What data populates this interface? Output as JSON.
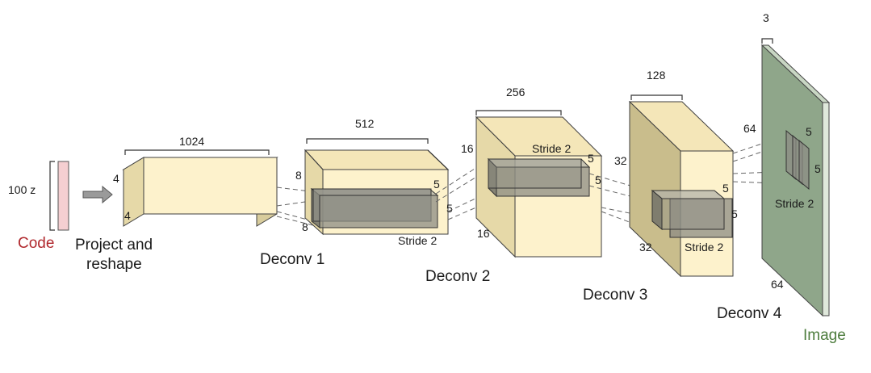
{
  "code": {
    "size_label": "100 z",
    "label": "Code"
  },
  "project": {
    "line1": "Project and",
    "line2": "reshape",
    "depth": "1024",
    "height": "4",
    "width": "4"
  },
  "deconv1": {
    "label": "Deconv 1",
    "depth": "512",
    "height": "8",
    "width": "8",
    "kernel_h": "5",
    "kernel_w": "5",
    "stride": "Stride 2"
  },
  "deconv2": {
    "label": "Deconv 2",
    "depth": "256",
    "height": "16",
    "width": "16",
    "kernel_h": "5",
    "kernel_w": "5",
    "stride": "Stride 2"
  },
  "deconv3": {
    "label": "Deconv 3",
    "depth": "128",
    "height": "32",
    "width": "32",
    "kernel_h": "5",
    "kernel_w": "5",
    "stride": "Stride 2"
  },
  "deconv4": {
    "label": "Deconv 4",
    "kernel_h": "5",
    "kernel_w": "5",
    "stride": "Stride 2"
  },
  "image": {
    "label": "Image",
    "depth": "3",
    "height": "64",
    "width": "64"
  },
  "colors": {
    "code": "#b0282d",
    "image": "#4e7d3e",
    "block": "#fdf2cc",
    "image_plane": "#8fa68a"
  }
}
